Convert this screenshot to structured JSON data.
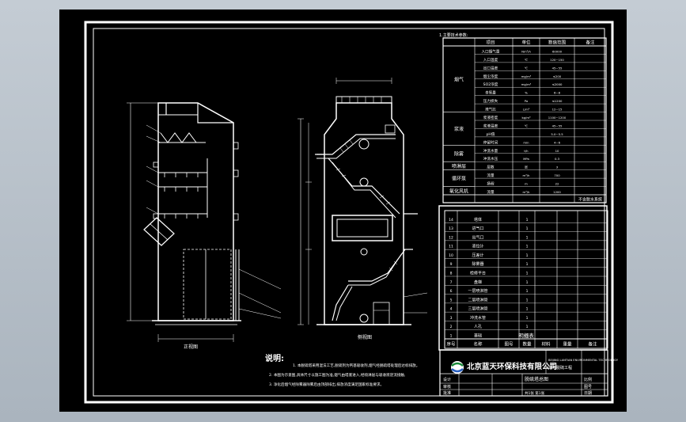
{
  "notes": {
    "heading": "说明:",
    "line1": "1. 本脱硫塔采用湿法工艺,脱硫剂为钙基吸收剂,烟气经脱硫塔处理后达标排放。",
    "line2": "2. 本图为示意图,具体尺寸以施工图为准,烟气由塔底进入,经喷淋层与吸收液逆流接触,",
    "line3": "3. 净化后烟气经除雾器除雾后由顶部排出,排放浓度满足国家标准要求。"
  },
  "views": {
    "front_label": "正视图",
    "side_label": "侧视图"
  },
  "params_table": {
    "title": "1.主要技术参数:",
    "headers": [
      "项目",
      "单位",
      "数值范围",
      "备注"
    ],
    "groups": [
      {
        "name": "烟气",
        "rows": 8
      },
      {
        "name": "浆液",
        "rows": 4
      },
      {
        "name": "除雾",
        "rows": 2
      },
      {
        "name": "喷淋层",
        "rows": 1
      },
      {
        "name": "循环泵",
        "rows": 2
      },
      {
        "name": "氧化风机",
        "rows": 1
      }
    ],
    "items": [
      "入口烟气量",
      "入口温度",
      "出口温度",
      "烟尘浓度",
      "SO2浓度",
      "含氧量",
      "压力损失",
      "液气比",
      "浆液密度",
      "浆液温度",
      "pH值",
      "停留时间",
      "冲洗水量",
      "冲洗水压",
      "层数",
      "流量",
      "扬程",
      "流量"
    ],
    "units": [
      "Nm³/h",
      "℃",
      "℃",
      "mg/m³",
      "mg/m³",
      "%",
      "Pa",
      "L/m³",
      "kg/m³",
      "℃",
      "",
      "min",
      "t/h",
      "MPa",
      "层",
      "m³/h",
      "m",
      "m³/h"
    ],
    "values": [
      "60000",
      "120~150",
      "45~55",
      "≤200",
      "≤2000",
      "6~8",
      "≤1200",
      "12~15",
      "1100~1200",
      "45~55",
      "5.0~5.5",
      "4~6",
      "10",
      "0.3",
      "3",
      "700",
      "22",
      "1200"
    ],
    "footer_note": "不含脱水系统"
  },
  "bom_table": {
    "rows": [
      {
        "no": "14",
        "name": "塔体",
        "code": "",
        "qty": "1"
      },
      {
        "no": "13",
        "name": "进气口",
        "code": "",
        "qty": "1"
      },
      {
        "no": "12",
        "name": "出气口",
        "code": "",
        "qty": "1"
      },
      {
        "no": "11",
        "name": "液位计",
        "code": "",
        "qty": "1"
      },
      {
        "no": "10",
        "name": "压差计",
        "code": "",
        "qty": "1"
      },
      {
        "no": "9",
        "name": "除雾器",
        "code": "",
        "qty": "1"
      },
      {
        "no": "8",
        "name": "检修平台",
        "code": "",
        "qty": "1"
      },
      {
        "no": "7",
        "name": "盘梯",
        "code": "",
        "qty": "1"
      },
      {
        "no": "6",
        "name": "一层喷淋管",
        "code": "",
        "qty": "1"
      },
      {
        "no": "5",
        "name": "二层喷淋管",
        "code": "",
        "qty": "1"
      },
      {
        "no": "4",
        "name": "三层喷淋管",
        "code": "",
        "qty": "1"
      },
      {
        "no": "3",
        "name": "冲洗水管",
        "code": "",
        "qty": "1"
      },
      {
        "no": "2",
        "name": "人孔",
        "code": "",
        "qty": "1"
      },
      {
        "no": "1",
        "name": "基础",
        "code": "",
        "qty": "1"
      }
    ],
    "header": [
      "序号",
      "名称",
      "图号",
      "数量",
      "材料",
      "重量",
      "备注"
    ],
    "parts_label": "明细表"
  },
  "title_block": {
    "company": "北京蓝天环保科技有限公司",
    "company_sub": "BEIJING LANTIAN ENVIRONMENTAL TECHNOLOGY",
    "drawing_name": "脱硫塔总图",
    "project": "烟气脱硫工程",
    "labels": [
      "设计",
      "审核",
      "批准",
      "比例",
      "图号",
      "日期"
    ],
    "sheet": "共1张 第1张"
  }
}
